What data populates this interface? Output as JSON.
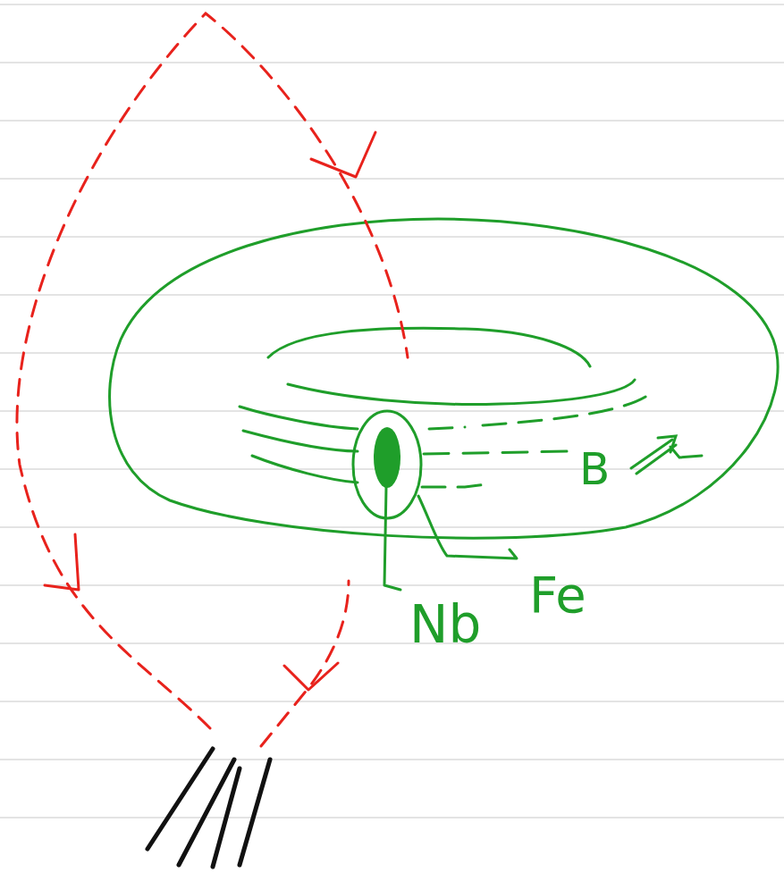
{
  "diagram": {
    "labels": [
      "B",
      "Nb",
      "Fe"
    ]
  }
}
